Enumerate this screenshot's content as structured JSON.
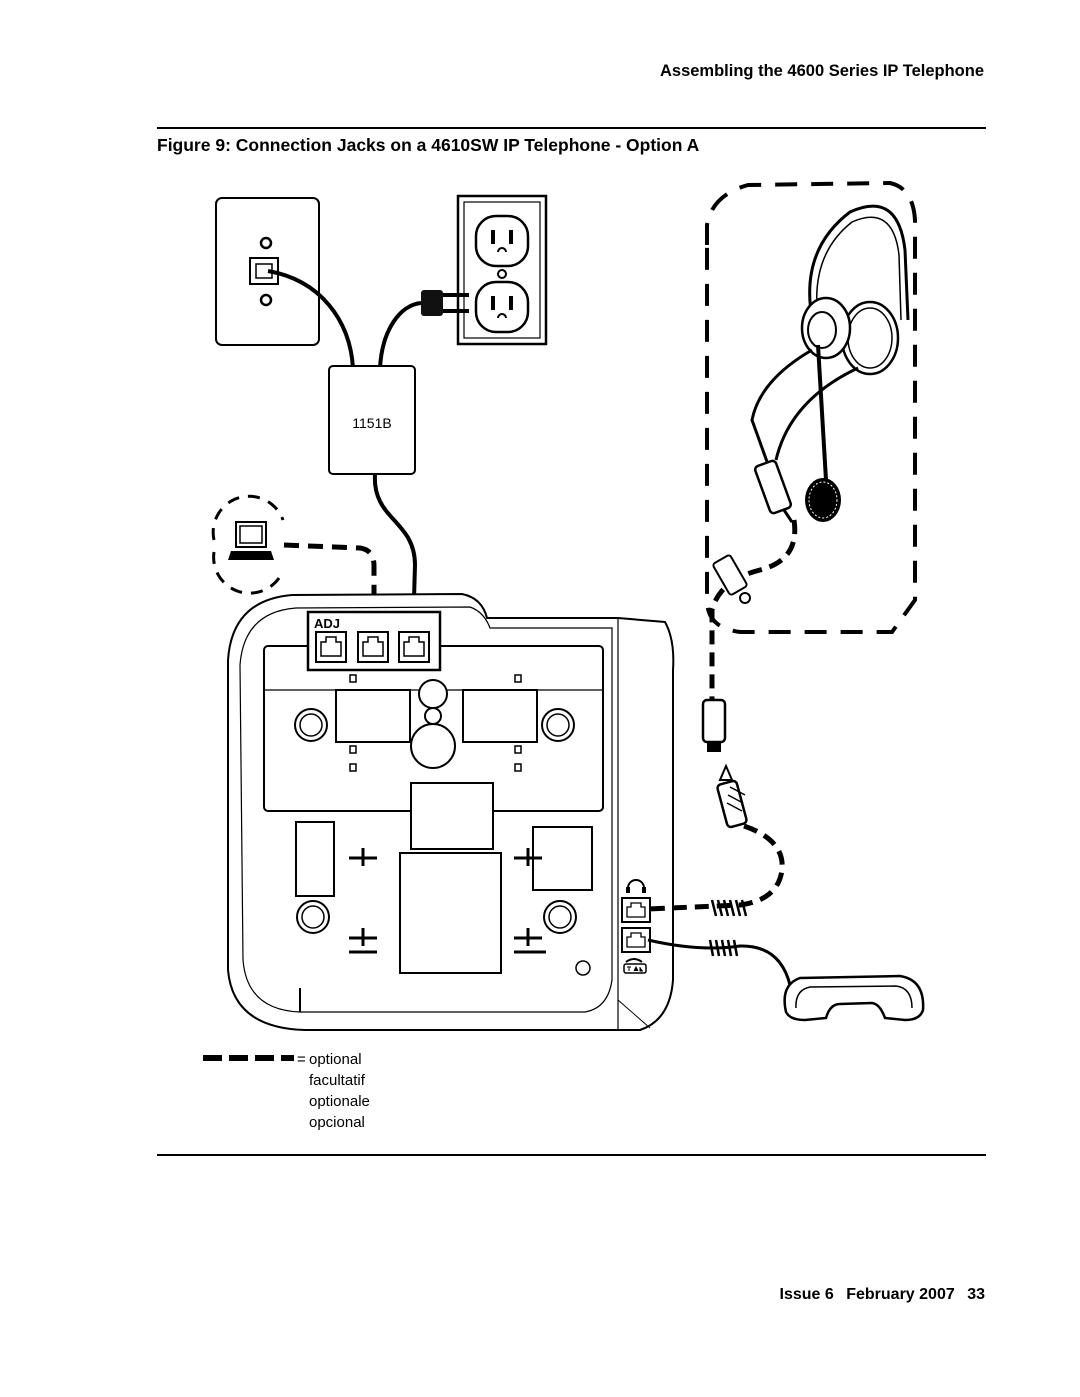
{
  "header": {
    "running_head": "Assembling the 4600 Series IP Telephone"
  },
  "figure": {
    "title": "Figure 9: Connection Jacks on a 4610SW IP Telephone - Option A",
    "power_unit_label": "1151B",
    "jack_group_label": "ADJ",
    "legend": {
      "equals": "= ",
      "lines": [
        "optional",
        "facultatif",
        "optionale",
        "opcional"
      ]
    },
    "icons": [
      "wall-jack-plate-icon",
      "power-outlet-icon",
      "power-plug-icon",
      "computer-icon",
      "headset-icon",
      "handset-icon",
      "telephone-base-icon"
    ]
  },
  "footer": {
    "issue": "Issue 6",
    "date": "February 2007",
    "page": "33"
  }
}
